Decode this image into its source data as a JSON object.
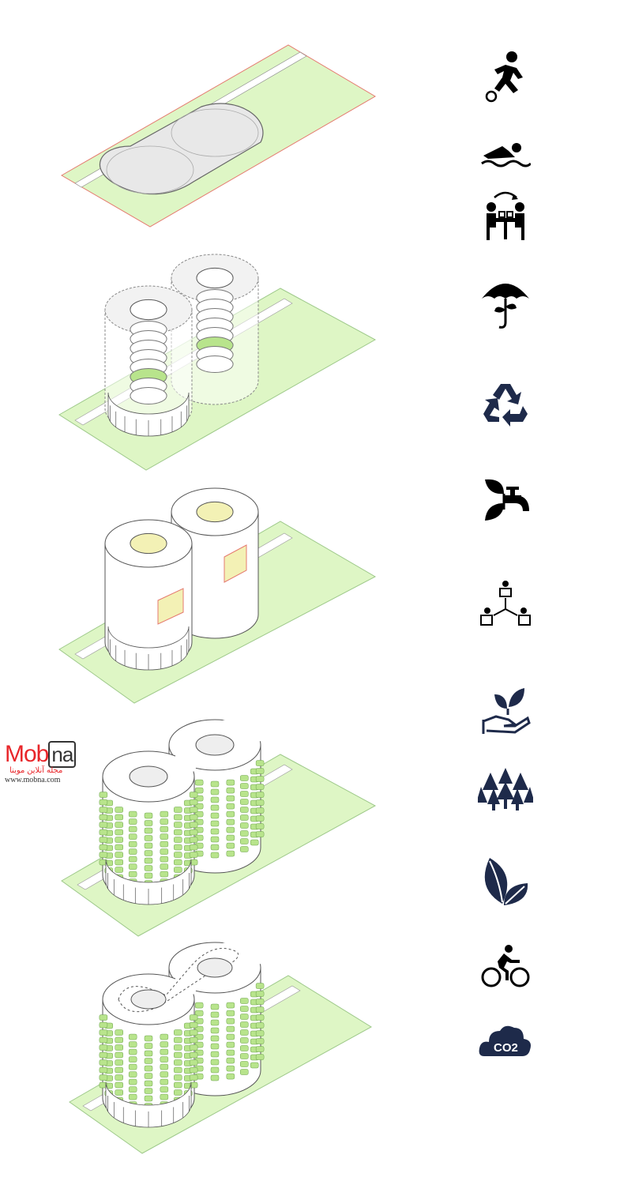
{
  "watermark": {
    "brand": "Mobna",
    "tagline": "مجله آنلاین موبنا",
    "url": "www.mobna.com"
  },
  "colors": {
    "ground": "#def6c5",
    "ground_edge": "#9ec98a",
    "site_edge": "#e57a6f",
    "greenery": "#b8e48c",
    "glass": "#f3f1b5",
    "icon": "#111111",
    "icon_navy": "#1e2a4a"
  },
  "stages": [
    "site",
    "spiral-structure",
    "solid-towers",
    "green-facade",
    "rooftop-track"
  ],
  "icons": [
    {
      "name": "football-player-icon"
    },
    {
      "name": "swimmer-icon"
    },
    {
      "name": "people-exchange-icon"
    },
    {
      "name": "umbrella-plant-icon"
    },
    {
      "name": "recycle-icon"
    },
    {
      "name": "leaf-water-tap-icon"
    },
    {
      "name": "network-people-icon"
    },
    {
      "name": "hand-plant-icon"
    },
    {
      "name": "forest-icon"
    },
    {
      "name": "leaves-icon"
    },
    {
      "name": "cyclist-icon"
    },
    {
      "name": "co2-cloud-icon",
      "label": "CO2"
    }
  ]
}
